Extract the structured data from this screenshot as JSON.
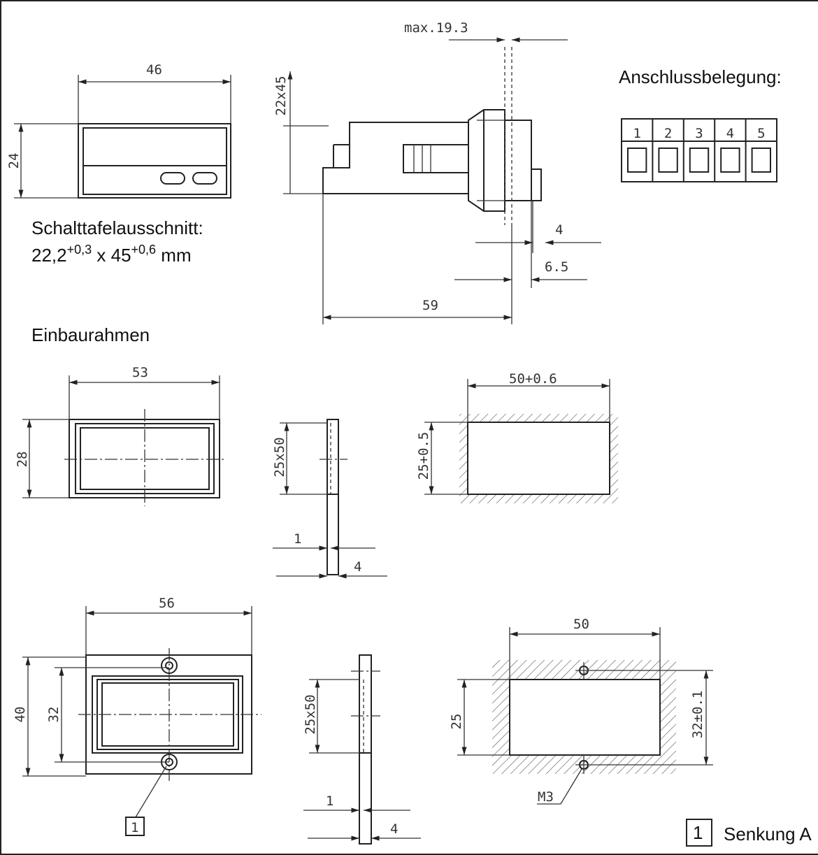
{
  "labels": {
    "anschluss": "Anschlussbelegung:",
    "schalttafel_line1": "Schalttafelausschnitt:",
    "schalttafel_v1": "22,2",
    "schalttafel_sup1": "+0,3",
    "schalttafel_x": " x 45",
    "schalttafel_sup2": "+0,6",
    "schalttafel_unit": " mm",
    "einbaurahmen": "Einbaurahmen",
    "legend_num": "1",
    "legend_text": "Senkung A"
  },
  "terminals": [
    "1",
    "2",
    "3",
    "4",
    "5"
  ],
  "dims": {
    "front_width": "46",
    "front_height": "24",
    "side_max": "max.19.3",
    "side_height": "22x45",
    "side_4": "4",
    "side_65": "6.5",
    "side_59": "59",
    "frame1_width": "53",
    "frame1_height": "28",
    "frame1_side": "25x50",
    "frame1_t1": "1",
    "frame1_t4": "4",
    "cut1_width": "50+0.6",
    "cut1_height": "25+0.5",
    "frame2_width": "56",
    "frame2_height": "40",
    "frame2_inner": "32",
    "frame2_side": "25x50",
    "frame2_t1": "1",
    "frame2_t4": "4",
    "cut2_width": "50",
    "cut2_height": "25",
    "cut2_holes": "32±0.1",
    "cut2_thread": "M3",
    "callout": "1"
  }
}
